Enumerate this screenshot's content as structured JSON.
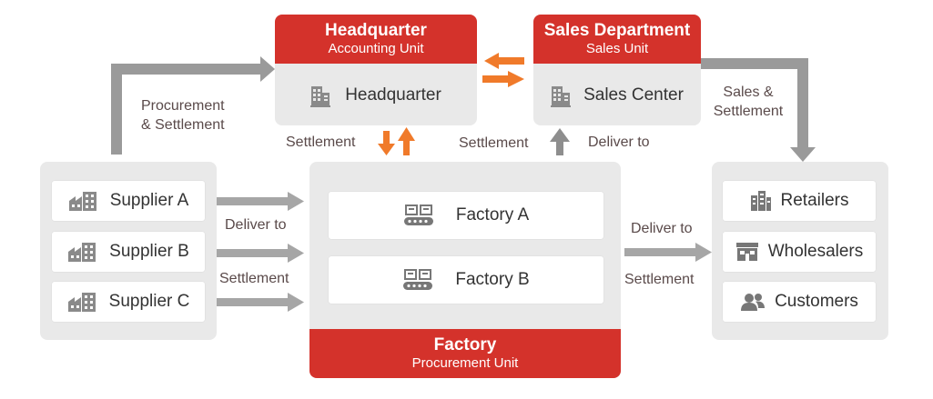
{
  "headquarter": {
    "title": "Headquarter",
    "subtitle": "Accounting Unit",
    "item": "Headquarter"
  },
  "sales": {
    "title": "Sales Department",
    "subtitle": "Sales Unit",
    "item": "Sales Center"
  },
  "suppliers": [
    "Supplier A",
    "Supplier B",
    "Supplier C"
  ],
  "factory": {
    "title": "Factory",
    "subtitle": "Procurement Unit",
    "items": [
      "Factory A",
      "Factory B"
    ]
  },
  "customers": [
    "Retailers",
    "Wholesalers",
    "Customers"
  ],
  "flow_labels": {
    "procurement": [
      "Procurement",
      "& Settlement"
    ],
    "sales_settlement": [
      "Sales &",
      "Settlement"
    ],
    "settlement_hq": "Settlement",
    "settlement_sales": "Settlement",
    "deliver_sales": "Deliver to",
    "supplier_deliver": "Deliver to",
    "supplier_settlement": "Settlement",
    "customer_deliver": "Deliver to",
    "customer_settlement": "Settlement"
  },
  "colors": {
    "accent_red": "#d4322b",
    "accent_orange": "#f07a2a",
    "arrow_gray": "#9e9e9e",
    "panel_gray": "#e9e9e9"
  },
  "icons": [
    "building-icon",
    "factory-icon",
    "conveyor-icon",
    "store-icon",
    "users-icon"
  ]
}
